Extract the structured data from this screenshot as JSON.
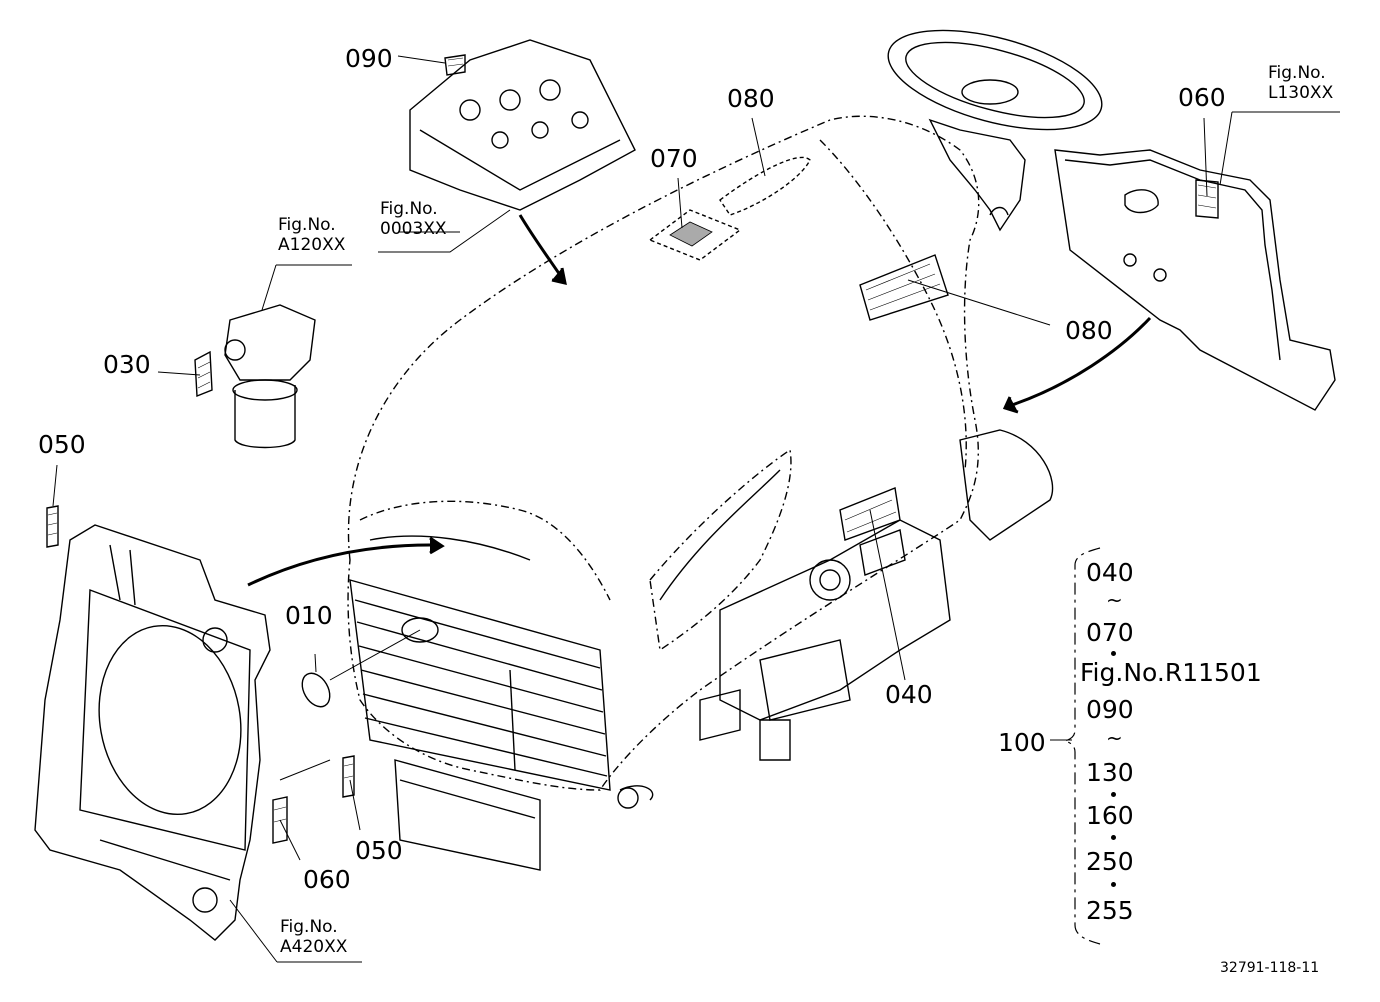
{
  "callouts": {
    "c090": "090",
    "c080a": "080",
    "c070": "070",
    "c060a": "060",
    "c080b": "080",
    "c030": "030",
    "c050a": "050",
    "c010": "010",
    "c040": "040",
    "c060b": "060",
    "c050b": "050",
    "c100": "100"
  },
  "fig_refs": {
    "f0003": {
      "line1": "Fig.No.",
      "line2": "0003XX"
    },
    "fA120": {
      "line1": "Fig.No.",
      "line2": "A120XX"
    },
    "fL130": {
      "line1": "Fig.No.",
      "line2": "L130XX"
    },
    "fA420": {
      "line1": "Fig.No.",
      "line2": "A420XX"
    }
  },
  "parts_range": {
    "r040": "040",
    "r070": "070",
    "ref": "Fig.No.R11501",
    "r090": "090",
    "r130": "130",
    "r160": "160",
    "r250": "250",
    "r255": "255",
    "tilde": "~"
  },
  "drawing_code": "32791-118-11"
}
